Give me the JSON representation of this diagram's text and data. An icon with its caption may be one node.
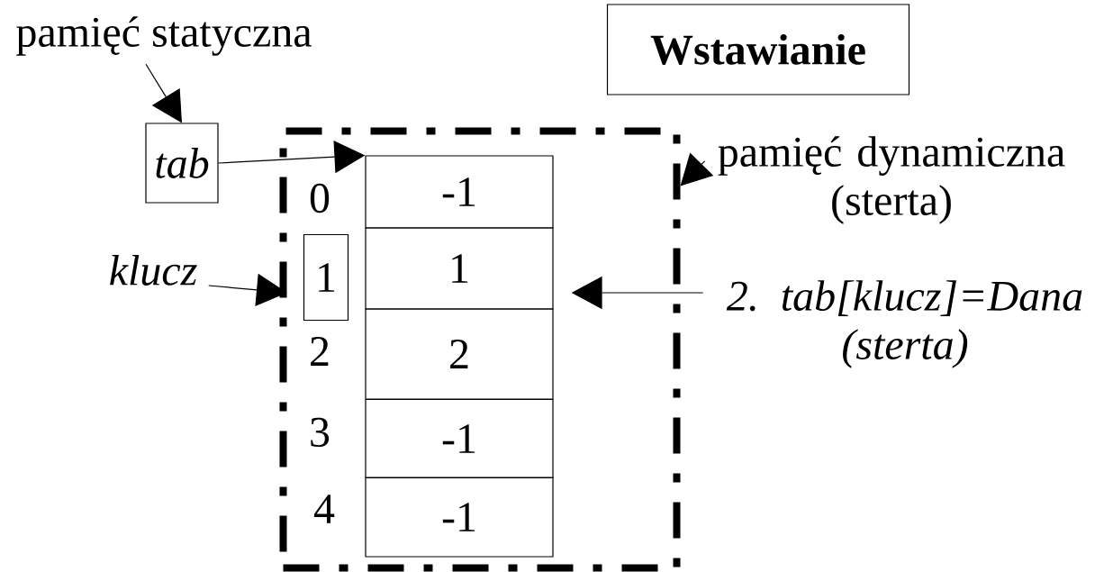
{
  "diagram": {
    "nodes": [
      {
        "text": [
          "Wstawianie"
        ]
      },
      {
        "text": [
          "pamięć statyczna"
        ]
      },
      {
        "text": [
          "tab"
        ]
      },
      {
        "text": [],
        "shape": "box"
      },
      {
        "text": [
          "pamięć dynamiczna (sterta)"
        ]
      },
      {
        "text": [
          "-1"
        ],
        "in": 3
      },
      {
        "text": [
          "1"
        ],
        "in": 3
      },
      {
        "text": [
          "2"
        ],
        "in": 3
      },
      {
        "text": [
          "-1"
        ],
        "in": 3
      },
      {
        "text": [
          "-1"
        ],
        "in": 3
      },
      {
        "text": [
          "klucz"
        ]
      },
      {
        "text": [
          "1"
        ],
        "in": 3
      },
      {
        "text": [
          "2. tab[klucz]=Dana (sterta)"
        ]
      }
    ],
    "edges": [
      {
        "from": 1,
        "to": 2,
        "arrow": "to"
      },
      {
        "from": 2,
        "to": 5,
        "arrow": "to"
      },
      {
        "from": 4,
        "to": 3,
        "arrow": "to"
      },
      {
        "from": 10,
        "to": 11,
        "arrow": "to"
      },
      {
        "from": 12,
        "to": 6,
        "arrow": "to"
      }
    ],
    "labels": [
      "0",
      "2",
      "3",
      "4"
    ]
  }
}
